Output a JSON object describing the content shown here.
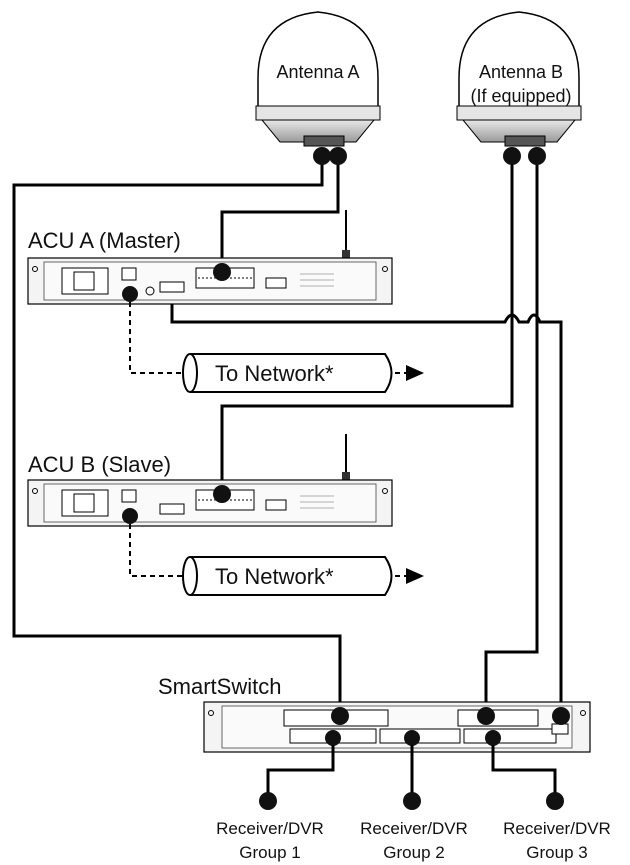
{
  "antennas": {
    "a_label": "Antenna A",
    "b_label_line1": "Antenna B",
    "b_label_line2": "(If equipped)"
  },
  "acus": {
    "a_label": "ACU A (Master)",
    "b_label": "ACU B (Slave)"
  },
  "network": {
    "label": "To Network*"
  },
  "smartswitch": {
    "label": "SmartSwitch"
  },
  "receivers": [
    {
      "line1": "Receiver/DVR",
      "line2": "Group 1"
    },
    {
      "line1": "Receiver/DVR",
      "line2": "Group 2"
    },
    {
      "line1": "Receiver/DVR",
      "line2": "Group 3"
    }
  ]
}
